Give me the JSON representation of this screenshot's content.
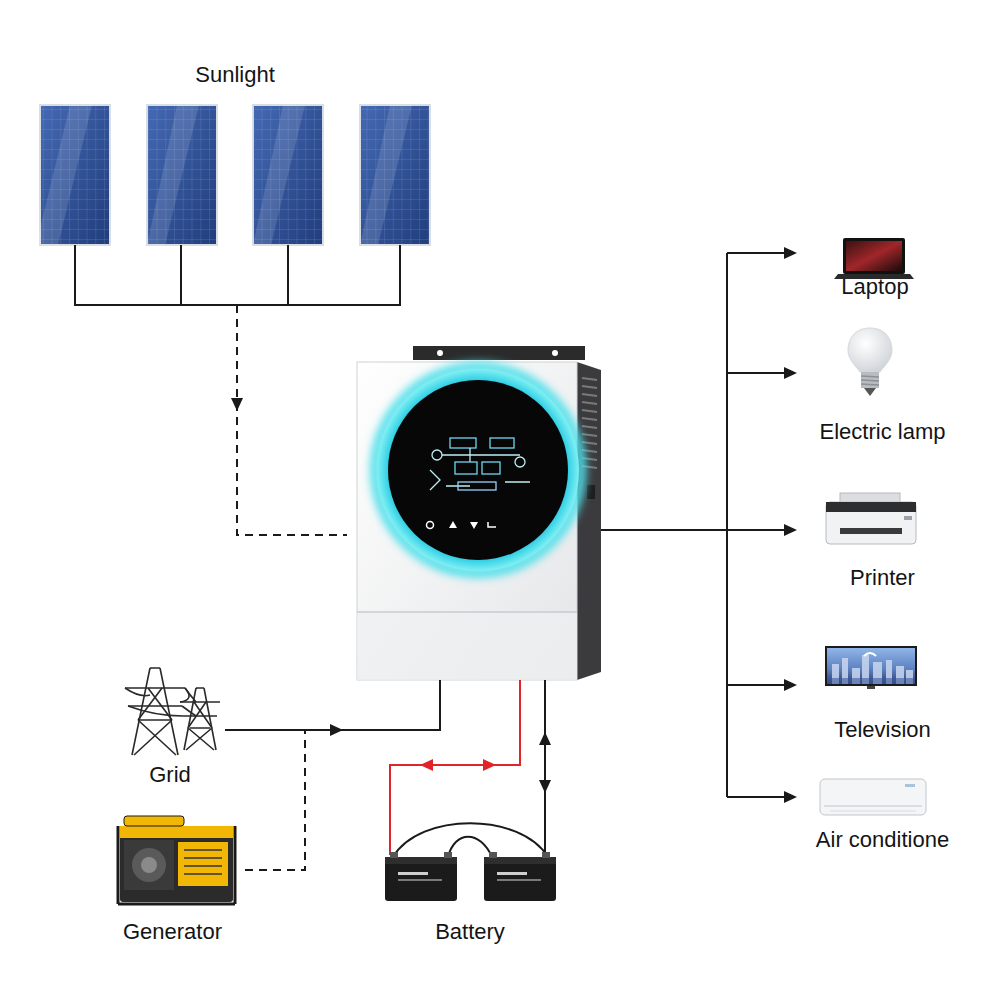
{
  "diagram": {
    "nodes": [
      {
        "text": [
          "Sunlight"
        ]
      },
      {
        "text": [
          "Laptop"
        ]
      },
      {
        "text": [
          "Electric lamp"
        ]
      },
      {
        "text": [
          "Printer"
        ]
      },
      {
        "text": [
          "Television"
        ]
      },
      {
        "text": [
          "Grid"
        ]
      },
      {
        "text": [
          "Air conditione"
        ]
      },
      {
        "text": [
          "Generator"
        ]
      },
      {
        "text": [
          "Battery"
        ]
      }
    ]
  }
}
